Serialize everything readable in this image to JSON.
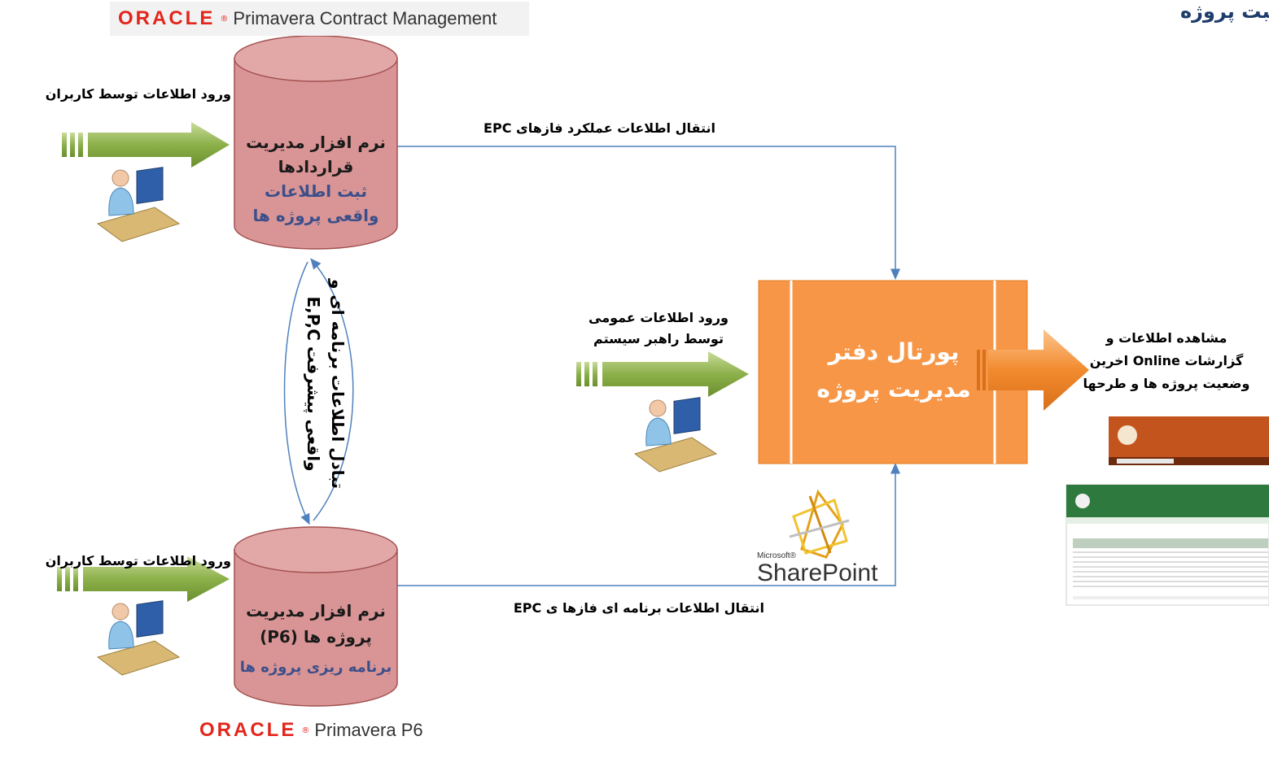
{
  "page_title": "ثبت پروژه",
  "oracle_top": {
    "brand": "ORACLE",
    "product": "Primavera Contract Management"
  },
  "oracle_bottom": {
    "brand": "ORACLE",
    "product": "Primavera P6"
  },
  "top_cylinder": {
    "line1": "نرم افزار مدیریت",
    "line2": "قراردادها",
    "line3": "ثبت اطلاعات",
    "line4": "واقعی پروژه ها"
  },
  "bottom_cylinder": {
    "line1": "نرم افزار مدیریت",
    "line2": "پروژه ها (P6)",
    "line3": "برنامه ریزی پروژه ها"
  },
  "labels": {
    "users_input_top": "ورود اطلاعات توسط کاربران",
    "users_input_bottom": "ورود اطلاعات توسط کاربران",
    "epc_performance": "انتقال اطلاعات عملکرد فازهای EPC",
    "epc_schedule": "انتقال اطلاعات  برنامه ای  فازها ی EPC",
    "exchange_line1": "تبادل اطلاعات برنامه ای و",
    "exchange_line2": "واقعی پیشرفت E,P,C",
    "general_input_line1": "ورود اطلاعات عمومی",
    "general_input_line2": "توسط راهبر سیستم",
    "view_line1": "مشاهده اطلاعات و",
    "view_line2": "گزارشات Online اخرین",
    "view_line3": "وضعیت پروژه ها و طرحها"
  },
  "portal": {
    "line1": "پورتال دفتر",
    "line2": "مدیریت پروژه"
  },
  "sharepoint": {
    "microsoft": "Microsoft®",
    "name": "SharePoint"
  },
  "colors": {
    "cylinder_fill": "#d99595",
    "cylinder_stroke": "#a35050",
    "portal_fill": "#f79646",
    "arrow_green": "#8cb04a",
    "connector": "#4f81bd",
    "cyl_subtext": "#3c4f8a"
  }
}
